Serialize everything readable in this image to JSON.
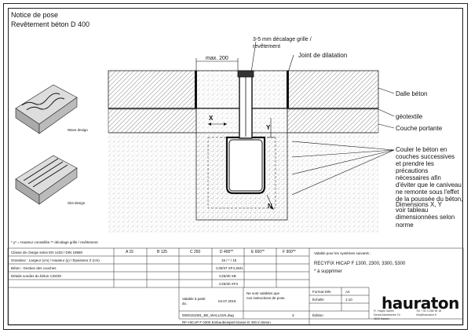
{
  "title": {
    "line1": "Notice de pose",
    "line2": "Revêtement béton D 400"
  },
  "labels": {
    "offset": "3-5 mm décalage grille /",
    "offset2": "revêtement",
    "joint": "Joint de dilatation",
    "max": "max. 200",
    "dalle": "Dalle béton",
    "geotextile": "géotextile",
    "couche": "Couche portante",
    "couler1": "Couler le béton en",
    "couler2": "couches successives",
    "couler3": "et prendre les",
    "couler4": "précautions",
    "couler5": "nécessaires afin",
    "couler6": "d'éviter que le caniveau",
    "couler7": "ne remonte sous l'effet",
    "couler8": "de la poussée du béton,",
    "dim1": "Dimensions X, Y",
    "dim2": "voir tableau",
    "dim3": "dimensionnées selon",
    "dim4": "norme",
    "x": "X",
    "y": "Y",
    "n": "N",
    "wave": "Wave design",
    "slot": "Slot design",
    "footnote": "* y* = Hauteur conseillée ** décalage grille / revêtement"
  },
  "table": {
    "classes": [
      "A 15",
      "B 125",
      "C 250",
      "D 400**",
      "E 600**",
      "F 900**"
    ],
    "row1": "Classe de charge selon EN 1433 / DIN 19580",
    "row2": "Grandeur : Largeur (cm) / Hauteur (y) / Épaisseur Z (cm)",
    "row3": "Béton : Gestion des couches",
    "row4": "Détails sondes du béton C25/30",
    "d400_1": "15 / * / 15",
    "d400_2": "C30/37 XF4,XM1",
    "d400_3": "C25/30 XB",
    "d400_4": "C25/30 XF3",
    "valid_title": "Valable pour les systèmes suivants :",
    "systems": "RECYFIX HICAP F 1300, 2300, 3300, 5300",
    "note": "* à supprimer",
    "valid_from_label": "Valable à partir",
    "valid_from_label2": "du :",
    "valid_date": "04.07.2019",
    "noinstr1": "Ne sont valables que",
    "noinstr2": "nos instructions de pose.",
    "format_label": "Format DIN",
    "format": "A4",
    "echelle_label": "Échelle",
    "echelle": "1:10",
    "edition_label": "Édition",
    "drawing_no": "0000151091_BE_WALL01N.dwg",
    "rev": "3",
    "footer": "RF-HICAP F 0300 Einbaubeispiel Klasse D 400 in Beton",
    "company": "hauraton",
    "addr1": "Fr. Hayek Sarels",
    "addr2": "Deutschlandwerke 24",
    "addr3": "4840 Hautori",
    "tel": "Tél. +32 4 256 95 18",
    "mail": "info@hauraton.fr"
  }
}
